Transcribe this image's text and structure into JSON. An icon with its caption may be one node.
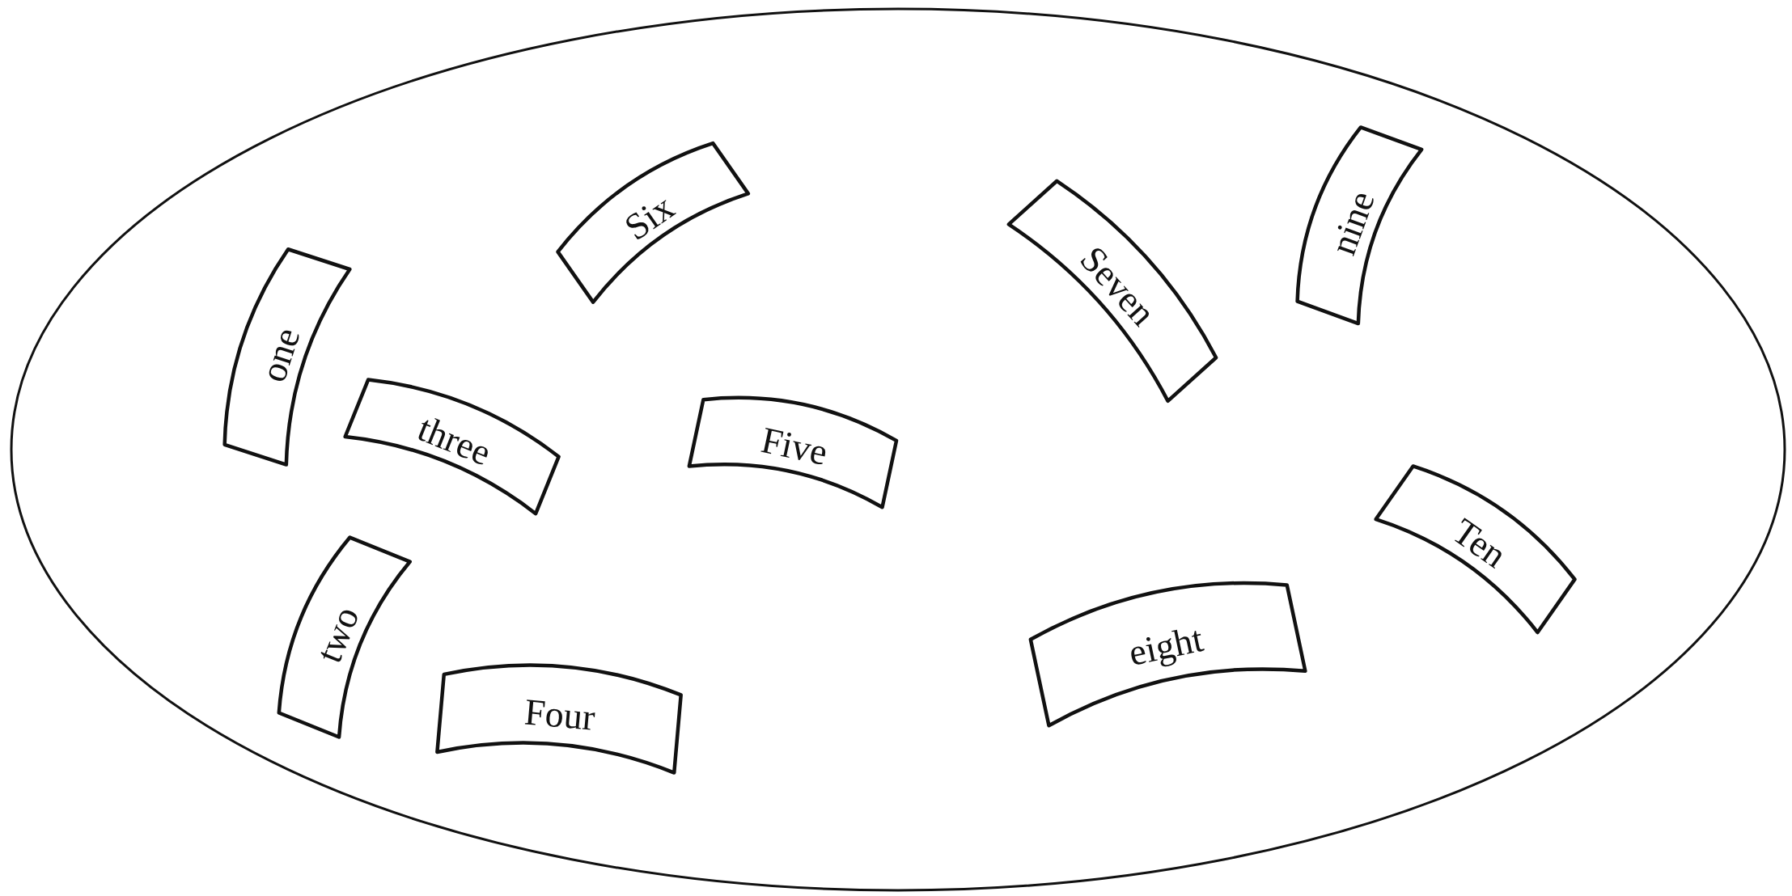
{
  "diagram": {
    "nodes": [
      {
        "text": [],
        "shape": "ellipse"
      },
      {
        "text": [
          "Six"
        ],
        "in": 0
      },
      {
        "text": [
          "nine"
        ],
        "in": 0
      },
      {
        "text": [
          "Seven"
        ],
        "in": 0
      },
      {
        "text": [
          "one"
        ],
        "in": 0
      },
      {
        "text": [
          "three"
        ],
        "in": 0
      },
      {
        "text": [
          "Five"
        ],
        "in": 0
      },
      {
        "text": [
          "Ten"
        ],
        "in": 0
      },
      {
        "text": [
          "two"
        ],
        "in": 0
      },
      {
        "text": [
          "eight"
        ],
        "in": 0
      },
      {
        "text": [
          "Four"
        ],
        "in": 0
      }
    ]
  }
}
